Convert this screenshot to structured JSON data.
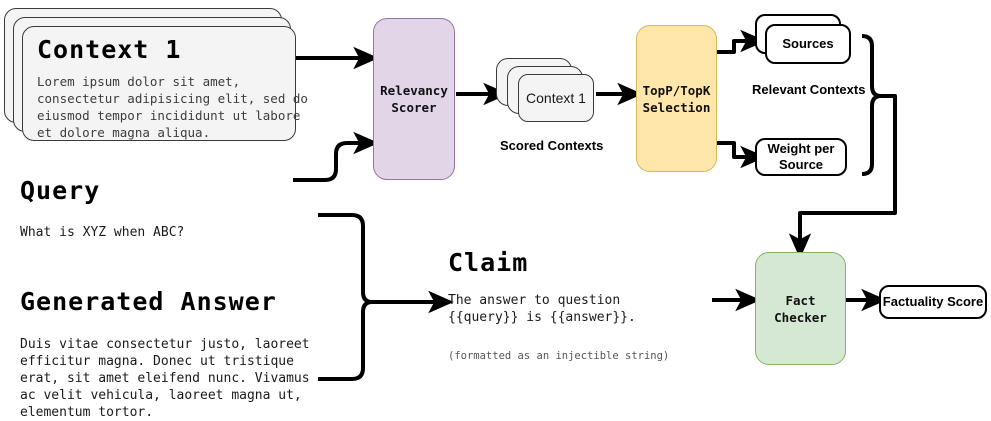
{
  "diagram": {
    "title": "RAG factuality evaluation pipeline",
    "colors": {
      "purple_fill": "#e1d5e7",
      "purple_stroke": "#9673a6",
      "yellow_fill": "#ffe6aa",
      "yellow_stroke": "#d6b656",
      "green_fill": "#d5e8d4",
      "green_stroke": "#82b366",
      "card_fill": "#f4f4f4",
      "line": "#000000"
    }
  },
  "context_stack": {
    "title": "Context 1",
    "body": "Lorem ipsum dolor sit amet,\nconsectetur adipisicing elit, sed do\neiusmod tempor incididunt ut labore\net dolore magna aliqua."
  },
  "query": {
    "heading": "Query",
    "text": "What is XYZ when ABC?"
  },
  "generated_answer": {
    "heading": "Generated Answer",
    "text": "Duis vitae consectetur justo, laoreet\nefficitur magna. Donec ut tristique\nerat, sit amet eleifend nunc. Vivamus\nac velit vehicula, laoreet magna ut,\nelementum tortor."
  },
  "claim": {
    "heading": "Claim",
    "text": "The answer to question\n{{query}} is {{answer}}.",
    "note": "(formatted as an injectible string)"
  },
  "nodes": {
    "relevancy_scorer": "Relevancy\nScorer",
    "topp_topk": "TopP/TopK\nSelection",
    "fact_checker": "Fact\nChecker",
    "scored_context_card": "Context 1",
    "scored_contexts_label": "Scored Contexts",
    "sources": "Sources",
    "relevant_contexts_label": "Relevant Contexts",
    "weight_per_source": "Weight per\nSource",
    "factuality_score": "Factuality Score"
  }
}
